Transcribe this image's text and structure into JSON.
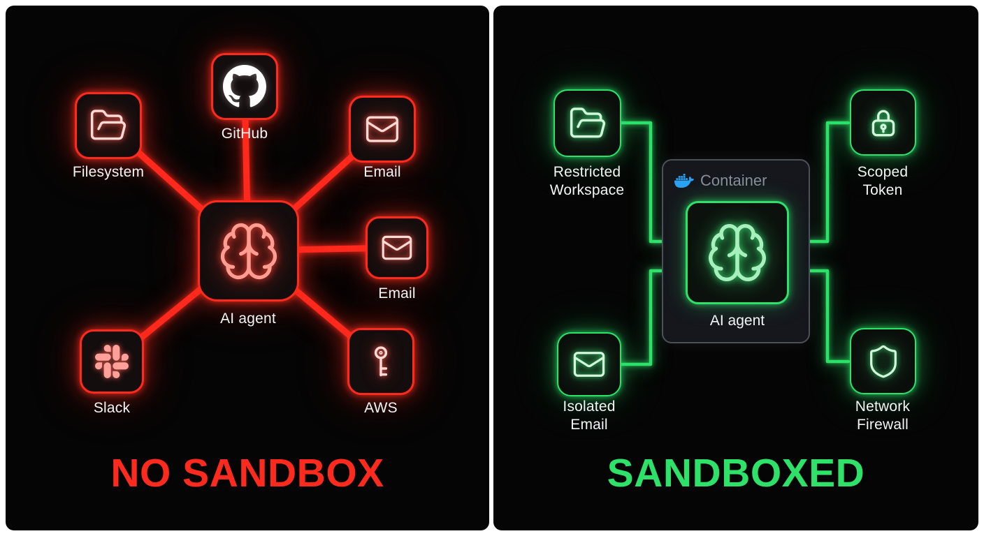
{
  "left_panel": {
    "title": "NO SANDBOX",
    "accent": "#ff2a1e",
    "center_node": {
      "label": "AI agent",
      "icon": "brain-icon"
    },
    "nodes": [
      {
        "label": "Filesystem",
        "icon": "folder-icon"
      },
      {
        "label": "GitHub",
        "icon": "github-icon"
      },
      {
        "label": "Email",
        "icon": "mail-icon"
      },
      {
        "label": "Email",
        "icon": "mail-icon"
      },
      {
        "label": "AWS",
        "icon": "key-icon"
      },
      {
        "label": "Slack",
        "icon": "slack-icon"
      }
    ]
  },
  "right_panel": {
    "title": "SANDBOXED",
    "accent": "#2ee169",
    "container": {
      "label": "Container",
      "icon": "docker-icon",
      "icon_color": "#2aa1f3",
      "center_node": {
        "label": "AI agent",
        "icon": "brain-icon"
      }
    },
    "nodes": [
      {
        "label": "Restricted Workspace",
        "icon": "folder-icon"
      },
      {
        "label": "Scoped Token",
        "icon": "lock-icon"
      },
      {
        "label": "Isolated Email",
        "icon": "mail-icon"
      },
      {
        "label": "Network Firewall",
        "icon": "shield-icon"
      }
    ]
  }
}
